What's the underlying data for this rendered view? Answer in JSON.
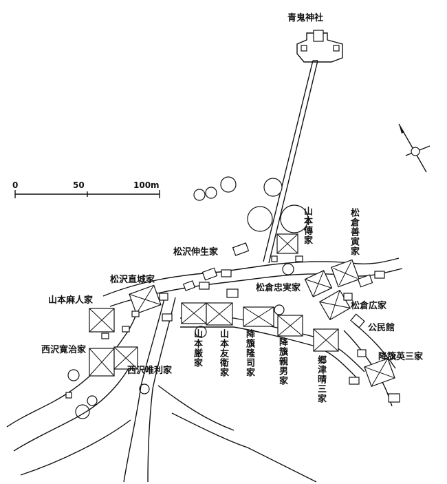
{
  "map": {
    "labels": {
      "shrine": "青鬼神社",
      "yamamoto_den": "山本傳家",
      "matsukura_zen": "松倉善寅家",
      "matsuzawa_shin": "松沢伸生家",
      "matsuzawa_nao": "松沢直城家",
      "matsukura_chu": "松倉忠実家",
      "yamamoto_ma": "山本麻人家",
      "matsukura_hiro": "松倉広家",
      "kominkan": "公民館",
      "nishizawa_kan": "西沢寛治家",
      "yamamoto_gen": "山本厳家",
      "yamamoto_tomo": "山本友衛家",
      "furihata_taka": "降籏隆司家",
      "furihata_chika": "降籏親男家",
      "gotsu_hare": "郷津晴三家",
      "furihata_ei": "降籏英三家",
      "nishizawa_yui": "西沢唯利家"
    },
    "scale": {
      "ticks": [
        "0",
        "50",
        "100m"
      ]
    }
  }
}
